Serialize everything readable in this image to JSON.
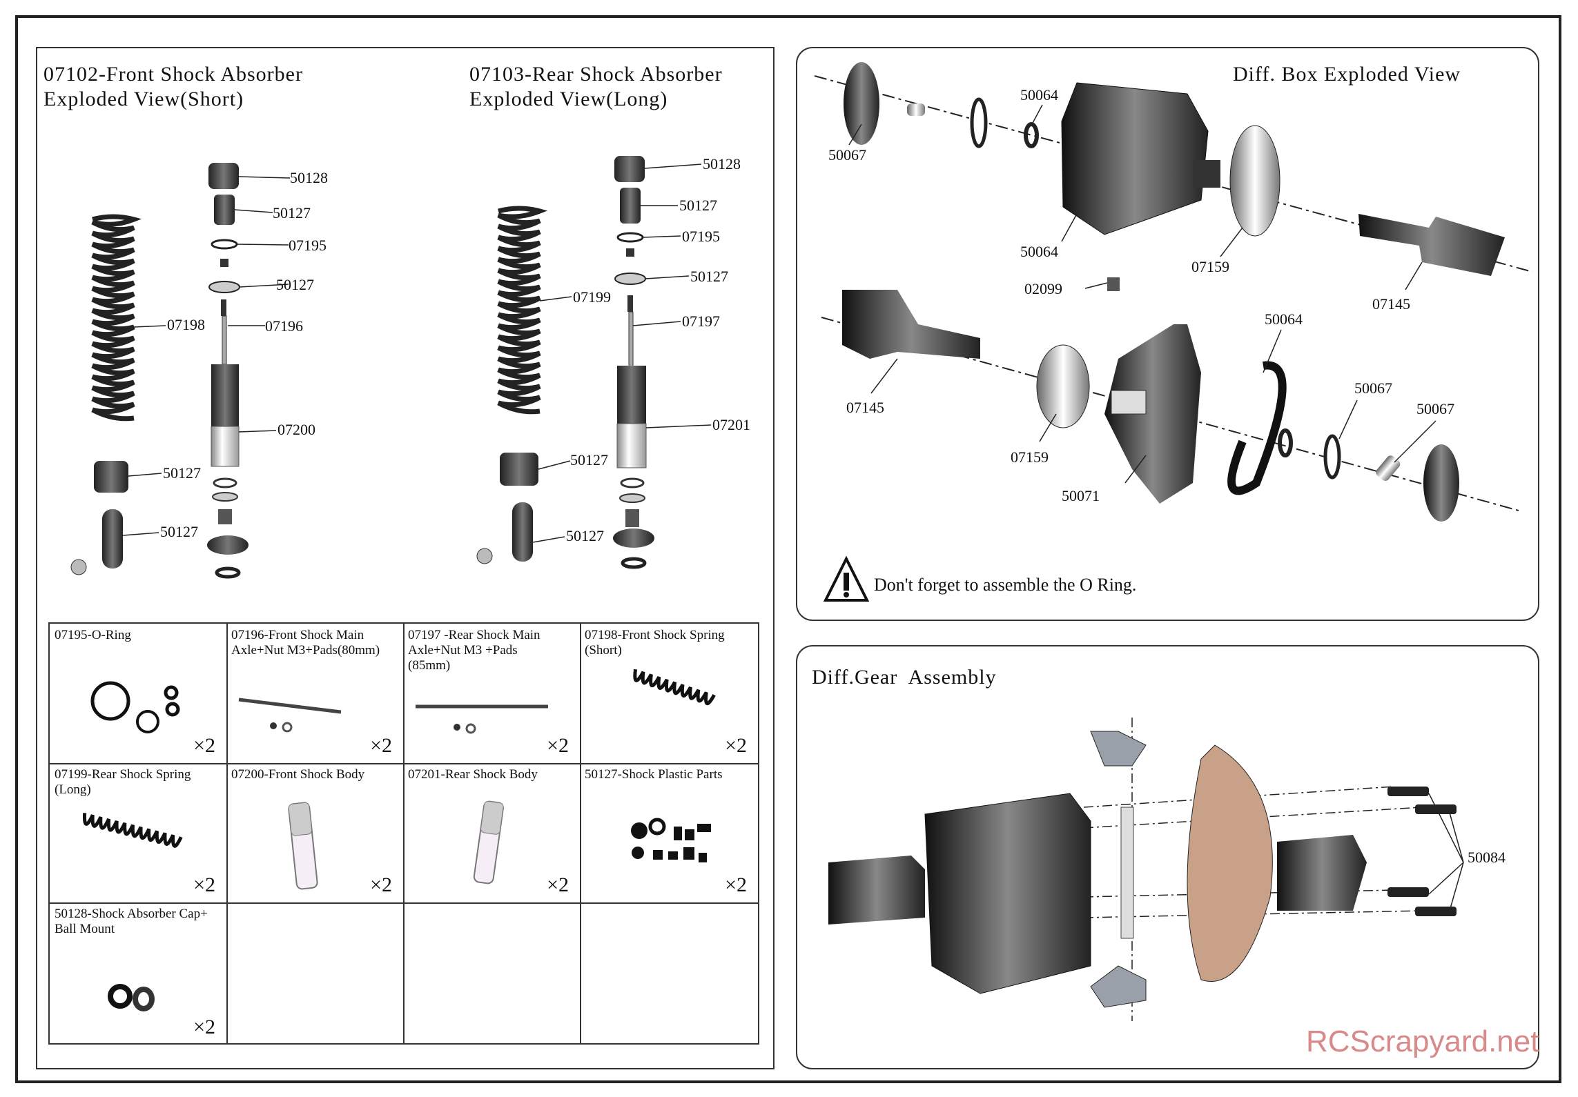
{
  "front": {
    "title_line1": "07102-Front Shock Absorber",
    "title_line2": "Exploded View(Short)",
    "labels": [
      "50128",
      "50127",
      "07195",
      "50127",
      "07196",
      "07198",
      "07200",
      "50127",
      "50127"
    ]
  },
  "rear": {
    "title_line1": "07103-Rear Shock Absorber",
    "title_line2": "Exploded View(Long)",
    "labels": [
      "50128",
      "50127",
      "07195",
      "50127",
      "07197",
      "07199",
      "07201",
      "50127",
      "50127"
    ]
  },
  "diffbox": {
    "title": "Diff. Box Exploded View",
    "labels": [
      "50067",
      "50064",
      "50064",
      "02099",
      "07159",
      "07145",
      "07145",
      "07159",
      "50064",
      "50067",
      "50067",
      "50071"
    ],
    "warning": "Don't forget to assemble the O Ring."
  },
  "diffgear": {
    "title": "Diff.Gear  Assembly",
    "labels": [
      "50084"
    ]
  },
  "parts": [
    {
      "name": "07195-O-Ring",
      "qty": "×2"
    },
    {
      "name": "07196-Front Shock Main\nAxle+Nut M3+Pads(80mm)",
      "qty": "×2"
    },
    {
      "name": "07197 -Rear Shock Main\nAxle+Nut M3 +Pads\n (85mm)",
      "qty": "×2"
    },
    {
      "name": "07198-Front Shock Spring\n(Short)",
      "qty": "×2"
    },
    {
      "name": "07199-Rear Shock Spring\n (Long)",
      "qty": "×2"
    },
    {
      "name": " 07200-Front Shock Body",
      "qty": "×2"
    },
    {
      "name": "07201-Rear Shock Body",
      "qty": "×2"
    },
    {
      "name": " 50127-Shock Plastic Parts",
      "qty": "×2"
    },
    {
      "name": "50128-Shock Absorber Cap+\nBall Mount",
      "qty": "×2"
    },
    {
      "name": "",
      "qty": ""
    },
    {
      "name": "",
      "qty": ""
    },
    {
      "name": "",
      "qty": ""
    }
  ],
  "watermark": "RCScrapyard.net",
  "colors": {
    "ink": "#222222",
    "part": "#3a3a3a",
    "watermark": "#d88a8a"
  }
}
